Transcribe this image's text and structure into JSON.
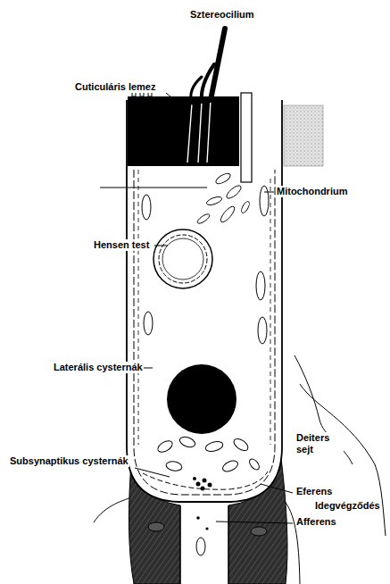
{
  "diagram": {
    "labels": [
      "Sztereocilium",
      "Cuticuláris lemez",
      "Mitochondrium",
      "Hensen test",
      "Laterális cysternák",
      "Subsynaptikus cysternák",
      "Deiters sejt",
      "Eferens",
      "Idegvégződés",
      "Afferens"
    ]
  }
}
